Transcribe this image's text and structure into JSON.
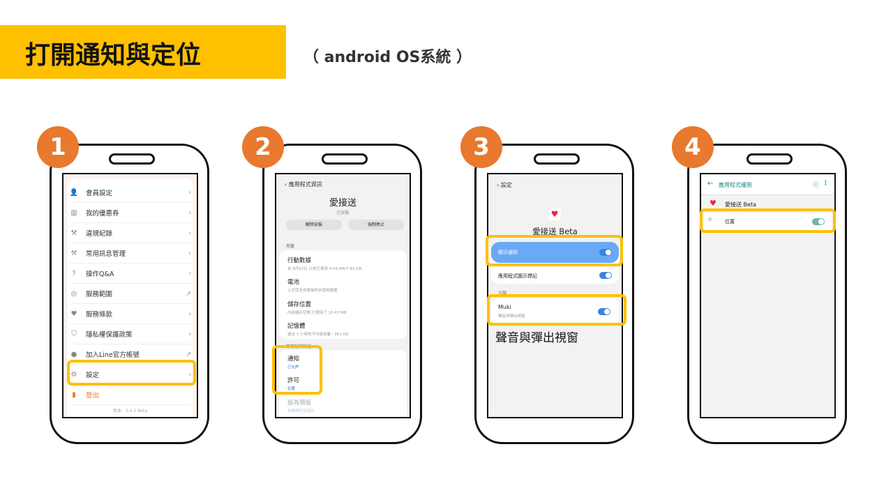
{
  "slide": {
    "title": "打開通知與定位",
    "subtitle": "（ android OS系統 ）",
    "caption": "聲音與彈出視窗"
  },
  "steps": [
    "1",
    "2",
    "3",
    "4"
  ],
  "phone1": {
    "items": [
      {
        "icon": "user-icon",
        "glyph": "👤",
        "label": "會員設定",
        "trail": "›"
      },
      {
        "icon": "coupon-icon",
        "glyph": "▥",
        "label": "我的優惠券",
        "trail": "›"
      },
      {
        "icon": "gavel-icon",
        "glyph": "⚒",
        "label": "違規紀錄",
        "trail": "›"
      },
      {
        "icon": "gavel-icon",
        "glyph": "⚒",
        "label": "常用訊息管理",
        "trail": "›"
      },
      {
        "icon": "help-icon",
        "glyph": "?",
        "label": "操作Q&A",
        "trail": "›"
      },
      {
        "icon": "radar-icon",
        "glyph": "◎",
        "label": "服務範圍",
        "trail": "↗"
      },
      {
        "icon": "heart-hand-icon",
        "glyph": "♥",
        "label": "服務條款",
        "trail": "›"
      },
      {
        "icon": "shield-icon",
        "glyph": "⛉",
        "label": "隱私權保護政策",
        "trail": "›"
      },
      {
        "icon": "line-icon",
        "glyph": "●",
        "label": "加入Line官方帳號",
        "trail": "↗"
      },
      {
        "icon": "gear-icon",
        "glyph": "⚙",
        "label": "設定",
        "trail": "›"
      }
    ],
    "logout": "登出",
    "version": "版本：2.4.1 Beta",
    "accent": "#E8792E"
  },
  "phone2": {
    "header": "應用程式資訊",
    "app": "愛接送",
    "status": "已安裝",
    "buttons": [
      "解除安裝",
      "強制停止"
    ],
    "usage_label": "用量",
    "usage": [
      {
        "t": "行動數據",
        "d": "自 9月22日 以來已使用 4.69 MB/7.83 GB"
      },
      {
        "t": "電池",
        "d": "上次完全充電後終未使用裝置"
      },
      {
        "t": "儲存位置",
        "d": "內部儲存空間 已使用了 18.43 MB"
      },
      {
        "t": "記憶體",
        "d": "過去 3 小時的平均使用量：861 KB"
      }
    ],
    "settings_label": "應用程式設定",
    "settings": [
      {
        "t": "通知",
        "d": "已允許"
      },
      {
        "t": "許可",
        "d": "位置"
      },
      {
        "t": "設為預設",
        "d": "未預設任何項目"
      }
    ]
  },
  "phone3": {
    "header": "設定",
    "app": "愛接送 Beta",
    "show_notif": "顯示通知",
    "badge": "應用程式圖示標記",
    "category": "分類",
    "muki": "Muki",
    "muki_desc": "聲音與彈出視窗",
    "toggles_on": true,
    "highlight_color": "#6AA9F5"
  },
  "phone4": {
    "header": "應用程式權限",
    "app": "愛接送 Beta",
    "perm": "位置",
    "perm_on": true,
    "accent": "#1A8C7C"
  }
}
